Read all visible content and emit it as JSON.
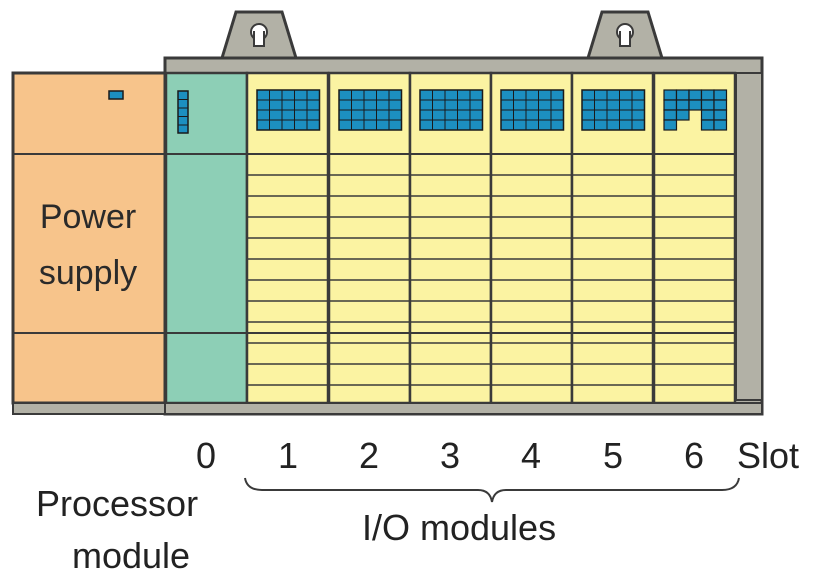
{
  "power_supply": {
    "label_line1": "Power",
    "label_line2": "supply"
  },
  "slots": [
    "0",
    "1",
    "2",
    "3",
    "4",
    "5",
    "6"
  ],
  "slot_label": "Slot",
  "processor_label": {
    "line1": "Processor",
    "line2": "module"
  },
  "io_label": "I/O modules",
  "colors": {
    "power_supply": "#f7c48b",
    "processor": "#8dcfb6",
    "io_module": "#fbf3a2",
    "chassis": "#b2b1a6",
    "led": "#1c8fc0",
    "outline": "#3a3a3a"
  }
}
